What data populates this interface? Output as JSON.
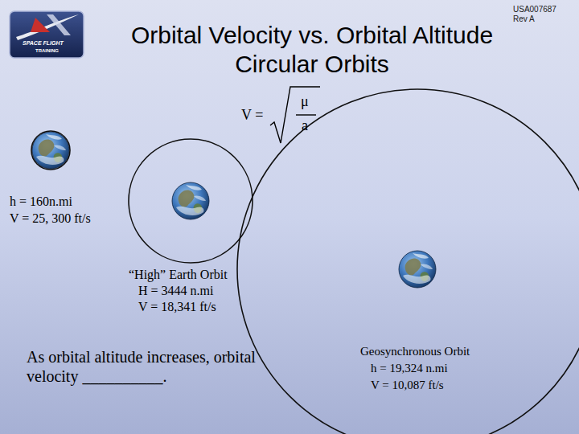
{
  "diagram": {
    "title": "Orbital Velocity vs. Orbital Altitude Circular Orbits",
    "nodes": [
      {
        "text": [
          "h = 160n.mi",
          "V = 25, 300 ft/s"
        ]
      },
      {
        "text": [
          "“High” Earth Orbit",
          "H = 3444 n.mi",
          "V = 18,341 ft/s"
        ]
      },
      {
        "text": [
          "Geosynchronous Orbit",
          "h = 19,324 n.mi",
          "V = 10,087 ft/s"
        ]
      }
    ],
    "labels": [
      "USA007687",
      "Rev A",
      "SPACE FLIGHT",
      "TRAINING",
      "V =",
      "μ",
      "a",
      "As orbital altitude increases, orbital velocity __________."
    ]
  }
}
